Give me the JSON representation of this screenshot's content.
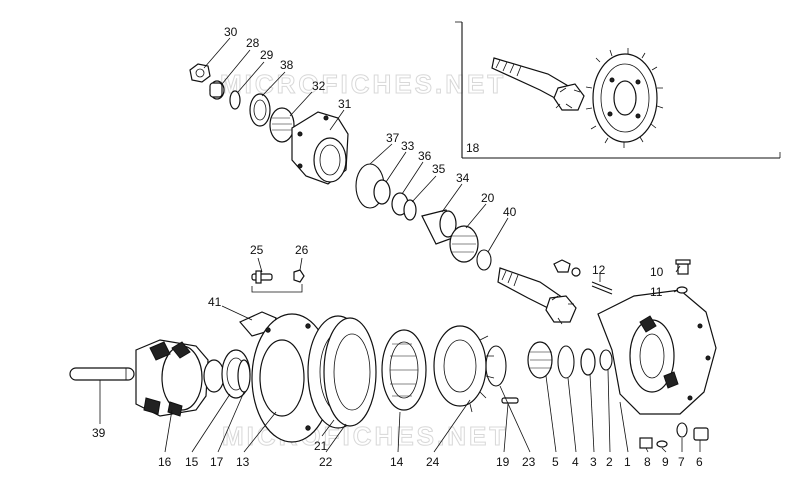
{
  "watermarks": [
    "MICROFICHES.NET",
    "MICROFICHES.NET"
  ],
  "inset": {
    "label": "18"
  },
  "callouts": [
    {
      "id": "c30",
      "text": "30",
      "lx": 0,
      "ly": 0
    },
    {
      "id": "c28",
      "text": "28"
    },
    {
      "id": "c29",
      "text": "29"
    },
    {
      "id": "c38",
      "text": "38"
    },
    {
      "id": "c32",
      "text": "32"
    },
    {
      "id": "c31",
      "text": "31"
    },
    {
      "id": "c37",
      "text": "37"
    },
    {
      "id": "c33",
      "text": "33"
    },
    {
      "id": "c36",
      "text": "36"
    },
    {
      "id": "c35",
      "text": "35"
    },
    {
      "id": "c34",
      "text": "34"
    },
    {
      "id": "c20",
      "text": "20"
    },
    {
      "id": "c40",
      "text": "40"
    },
    {
      "id": "c25",
      "text": "25"
    },
    {
      "id": "c26",
      "text": "26"
    },
    {
      "id": "c41",
      "text": "41"
    },
    {
      "id": "c12",
      "text": "12"
    },
    {
      "id": "c10",
      "text": "10"
    },
    {
      "id": "c11",
      "text": "11"
    },
    {
      "id": "c39",
      "text": "39"
    },
    {
      "id": "c16",
      "text": "16"
    },
    {
      "id": "c15",
      "text": "15"
    },
    {
      "id": "c17",
      "text": "17"
    },
    {
      "id": "c13",
      "text": "13"
    },
    {
      "id": "c21",
      "text": "21"
    },
    {
      "id": "c22",
      "text": "22"
    },
    {
      "id": "c14",
      "text": "14"
    },
    {
      "id": "c24",
      "text": "24"
    },
    {
      "id": "c19",
      "text": "19"
    },
    {
      "id": "c23",
      "text": "23"
    },
    {
      "id": "c5",
      "text": "5"
    },
    {
      "id": "c4",
      "text": "4"
    },
    {
      "id": "c3",
      "text": "3"
    },
    {
      "id": "c2",
      "text": "2"
    },
    {
      "id": "c1",
      "text": "1"
    },
    {
      "id": "c8",
      "text": "8"
    },
    {
      "id": "c9",
      "text": "9"
    },
    {
      "id": "c7",
      "text": "7"
    },
    {
      "id": "c6",
      "text": "6"
    }
  ]
}
